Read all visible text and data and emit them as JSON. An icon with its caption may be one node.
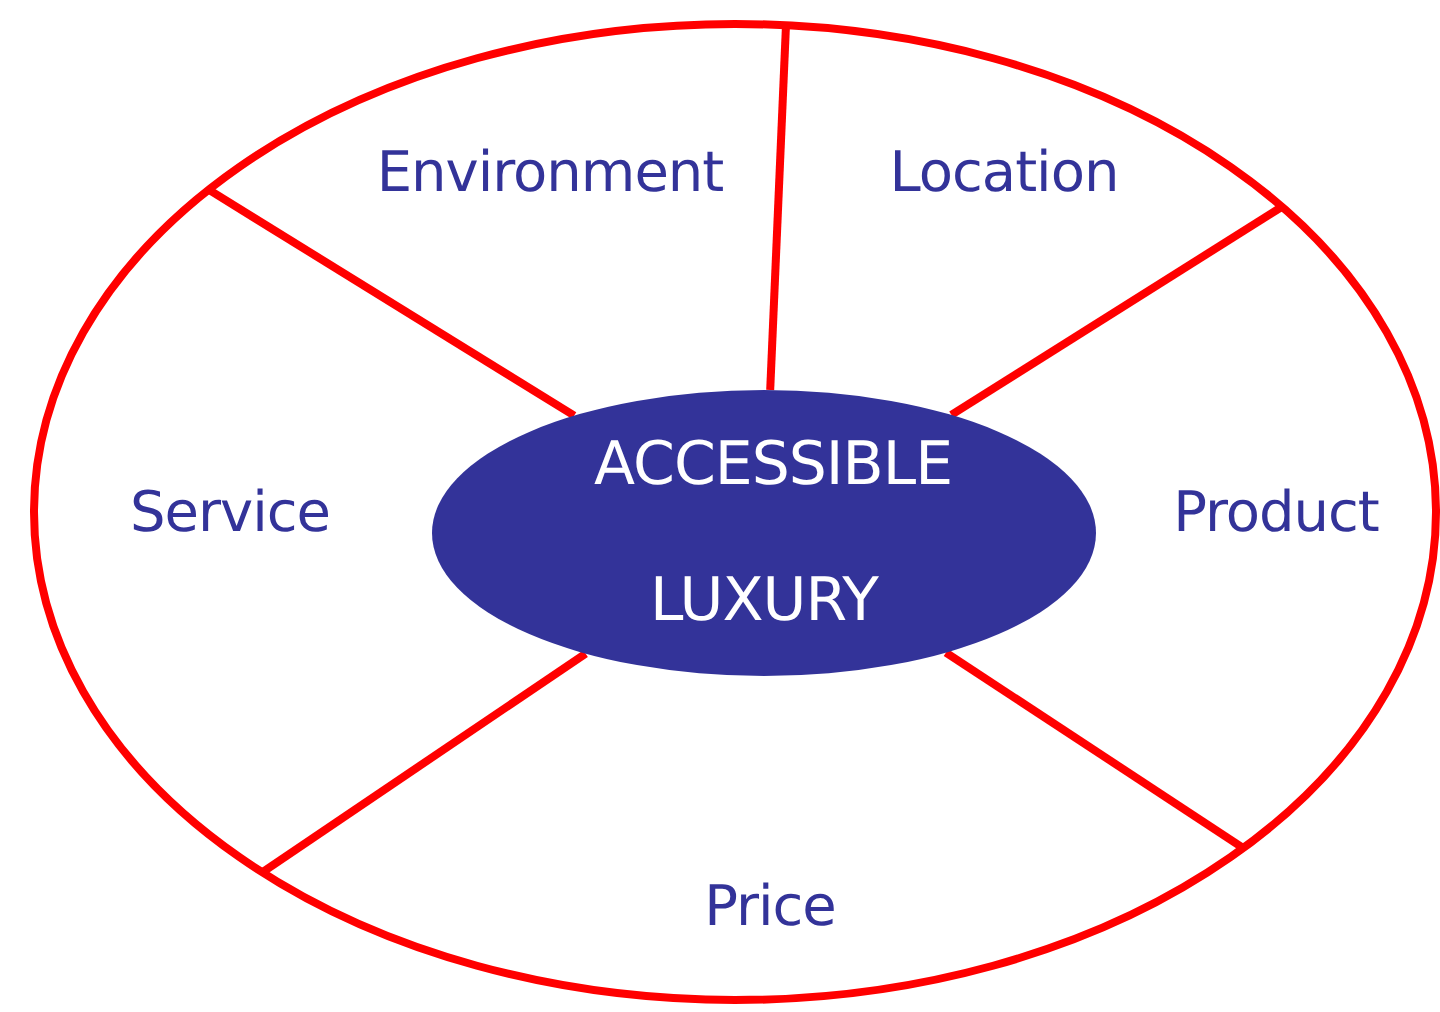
{
  "diagram": {
    "nodes": [
      {
        "text": [],
        "shape": "circle"
      },
      {
        "text": [
          "ACCESSIBLE LUXURY"
        ],
        "in": 0
      }
    ],
    "edges": [
      {
        "from": 1,
        "to": 0,
        "arrow": "none"
      },
      {
        "from": 1,
        "to": 0,
        "arrow": "none"
      },
      {
        "from": 1,
        "to": 0,
        "arrow": "none"
      },
      {
        "from": 1,
        "to": 0,
        "arrow": "none"
      },
      {
        "from": 1,
        "to": 0,
        "arrow": "none"
      }
    ],
    "labels": [
      "Environment",
      "Location",
      "Service",
      "Product",
      "Price"
    ]
  }
}
